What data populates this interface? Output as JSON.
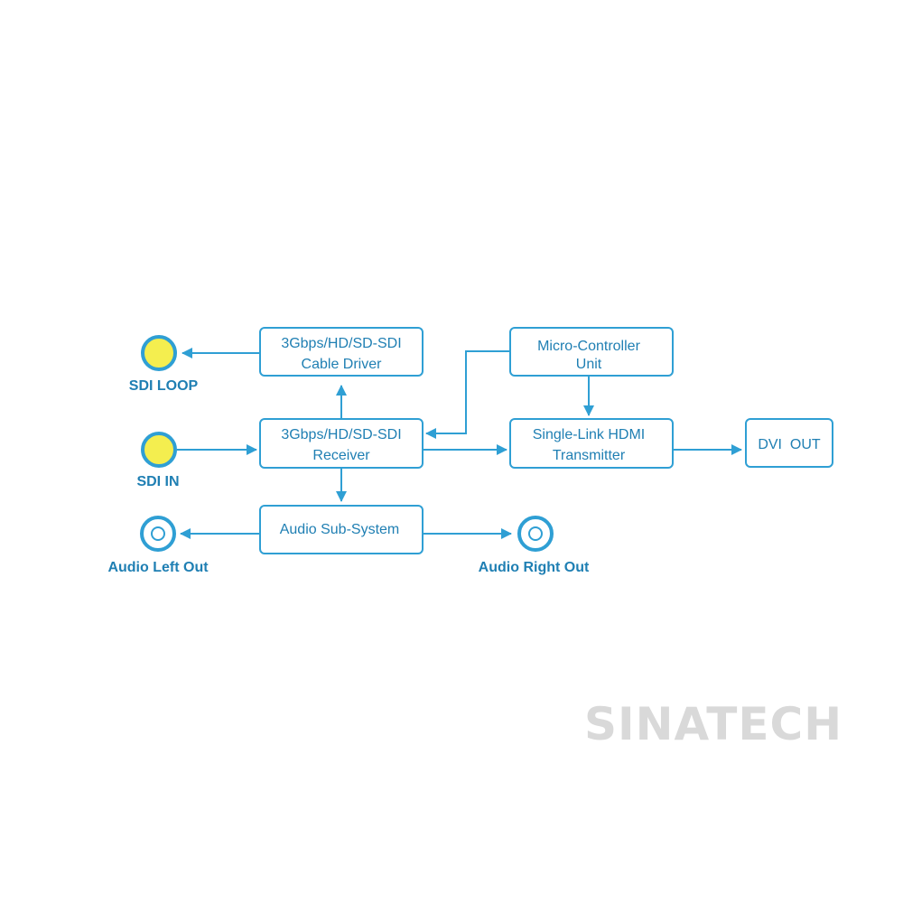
{
  "blocks": {
    "cable_driver": {
      "line1": "3Gbps/HD/SD-SDI",
      "line2": "Cable Driver"
    },
    "receiver": {
      "line1": "3Gbps/HD/SD-SDI",
      "line2": "Receiver"
    },
    "audio": {
      "line1": "Audio Sub-System"
    },
    "micro": {
      "line1": "Micro-Controller",
      "line2": "Unit"
    },
    "hdmi": {
      "line1": "Single-Link HDMI",
      "line2": "Transmitter"
    },
    "dvi": {
      "line1": "DVI  OUT"
    }
  },
  "connectors": {
    "sdi_loop": "SDI LOOP",
    "sdi_in": "SDI IN",
    "audio_left": "Audio Left Out",
    "audio_right": "Audio Right Out"
  },
  "colors": {
    "line": "#2f9fd4",
    "text": "#1f7fb3",
    "bnc_fill": "#f4ee4f",
    "watermark": "#d9d9d9"
  },
  "watermark": "SINATECH"
}
